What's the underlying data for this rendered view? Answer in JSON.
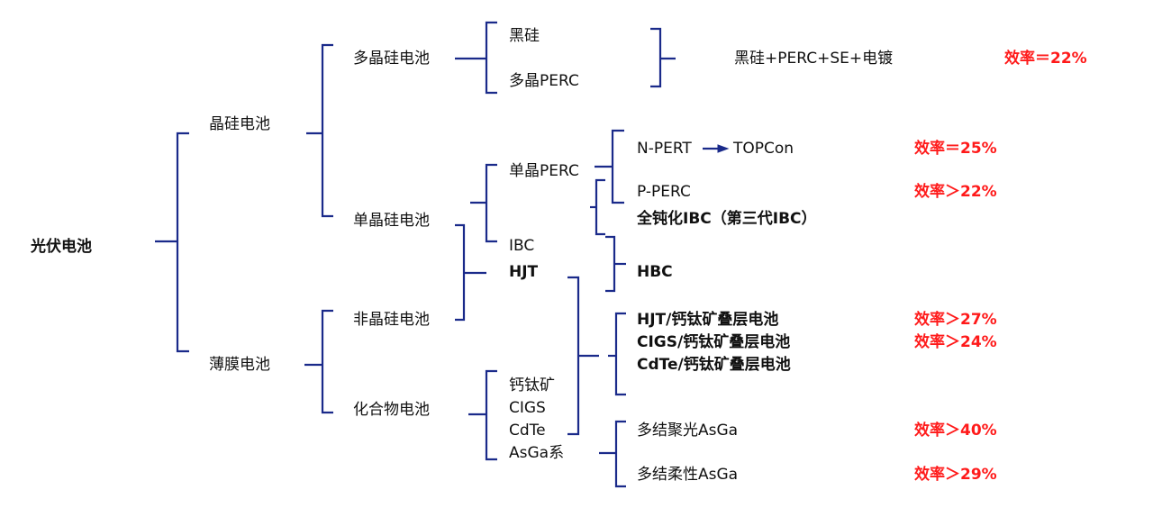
{
  "diagram": {
    "root": "光伏电池",
    "crystalline": "晶硅电池",
    "thin_film": "薄膜电池",
    "multi_si": "多晶硅电池",
    "mono_si": "单晶硅电池",
    "amorphous": "非晶硅电池",
    "compound": "化合物电池",
    "black_si": "黑硅",
    "multi_perc": "多晶PERC",
    "multi_combo": "黑硅+PERC+SE+电镀",
    "multi_eff": "效率＝22%",
    "mono_perc": "单晶PERC",
    "ibc": "IBC",
    "hjt": "HJT",
    "npert": "N-PERT",
    "topcon": "TOPCon",
    "eff_topcon": "效率＝25%",
    "pperc": "P-PERC",
    "eff_pperc": "效率＞22%",
    "full_passivation": "全钝化IBC（第三代IBC）",
    "hbc": "HBC",
    "compound_items": [
      "钙钛矿",
      "CIGS",
      "CdTe",
      "AsGa系"
    ],
    "tandem_hjt": "HJT/钙钛矿叠层电池",
    "eff_tandem_hjt": "效率＞27%",
    "tandem_cigs": "CIGS/钙钛矿叠层电池",
    "eff_tandem_cigs": "效率＞24%",
    "tandem_cdte": "CdTe/钙钛矿叠层电池",
    "multijunction_concentrator": "多结聚光AsGa",
    "eff_concentrator": "效率＞40%",
    "multijunction_flexible": "多结柔性AsGa",
    "eff_flexible": "效率＞29%",
    "line_color": "#1a2a8a",
    "efficiency_color": "#ff1a1a"
  }
}
